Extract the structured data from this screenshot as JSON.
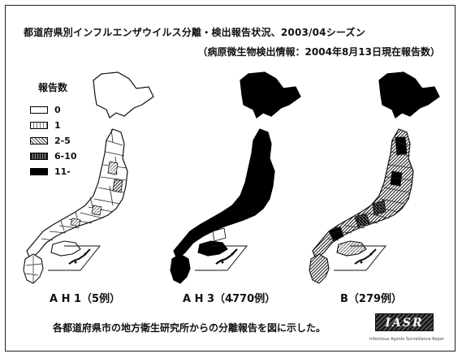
{
  "title": "都道府県別インフルエンザウイルス分離・検出報告状況、2003/04シーズン",
  "subtitle": "（病原微生物検出情報：2004年8月13日現在報告数）",
  "legend": {
    "title": "報告数",
    "items": [
      {
        "label": "0"
      },
      {
        "label": "1"
      },
      {
        "label": "2-5"
      },
      {
        "label": "6-10"
      },
      {
        "label": "11-"
      }
    ]
  },
  "maps": [
    {
      "label": "A H 1（5例）"
    },
    {
      "label": "A H 3（4770例）"
    },
    {
      "label": "B（279例）"
    }
  ],
  "footer": {
    "text": "各都道府県市の地方衛生研究所からの分離報告を図に示した。"
  },
  "logo": {
    "text": "IASR",
    "subtext": "Infectious Agents Surveillance Report"
  },
  "colors": {
    "map_level_0": "#ffffff",
    "map_level_1": "#9a9a9a",
    "map_level_2": "#555555",
    "map_level_3": "#2a2a2a",
    "map_level_4": "#000000"
  }
}
